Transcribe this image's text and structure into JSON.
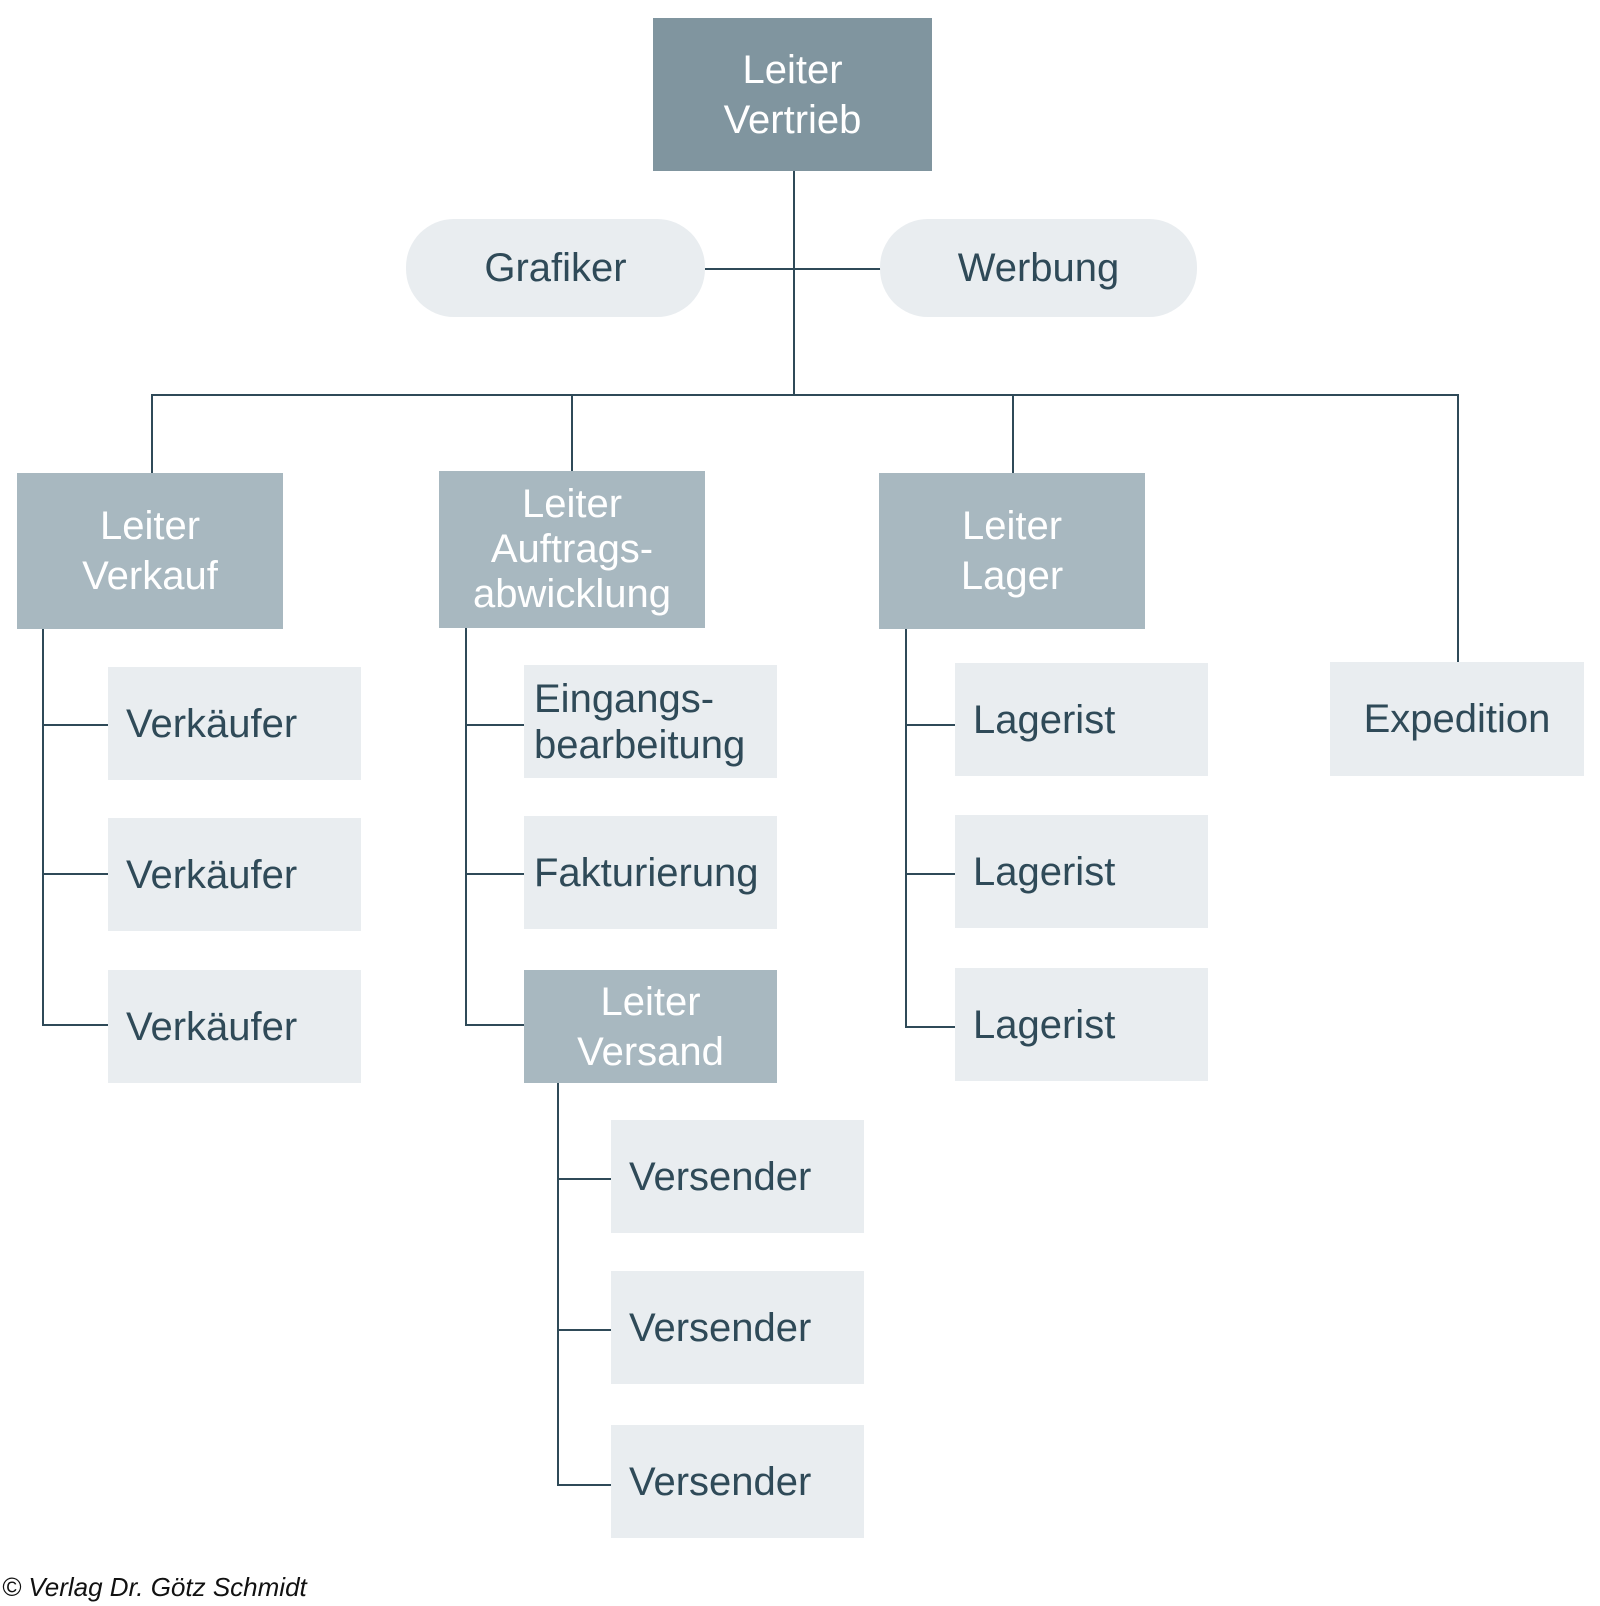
{
  "chart": {
    "root": {
      "label": "Leiter\nVertrieb"
    },
    "staff_units": [
      {
        "label": "Grafiker"
      },
      {
        "label": "Werbung"
      }
    ],
    "departments": [
      {
        "label": "Leiter\nVerkauf",
        "children": [
          {
            "label": "Verkäufer"
          },
          {
            "label": "Verkäufer"
          },
          {
            "label": "Verkäufer"
          }
        ]
      },
      {
        "label": "Leiter\nAuftrags-\nabwicklung",
        "children": [
          {
            "label": "Eingangs-\nbearbeitung"
          },
          {
            "label": "Fakturierung"
          },
          {
            "label": "Leiter\nVersand",
            "children": [
              {
                "label": "Versender"
              },
              {
                "label": "Versender"
              },
              {
                "label": "Versender"
              }
            ]
          }
        ]
      },
      {
        "label": "Leiter\nLager",
        "children": [
          {
            "label": "Lagerist"
          },
          {
            "label": "Lagerist"
          },
          {
            "label": "Lagerist"
          }
        ]
      },
      {
        "label": "Expedition"
      }
    ]
  },
  "footer": {
    "copyright": "© Verlag Dr. Götz Schmidt"
  }
}
